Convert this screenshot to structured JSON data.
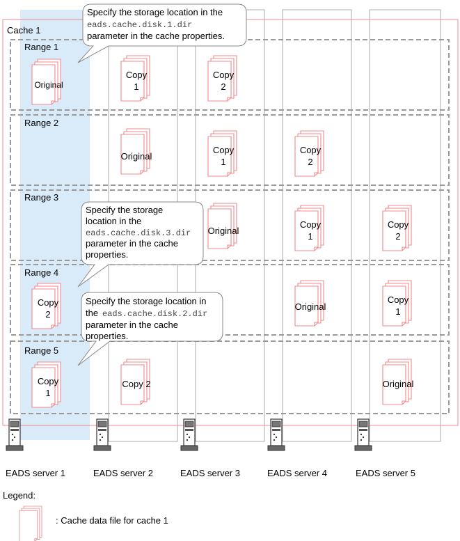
{
  "cache_label": "Cache 1",
  "ranges": [
    "Range 1",
    "Range 2",
    "Range 3",
    "Range 4",
    "Range 5"
  ],
  "servers": [
    "EADS server 1",
    "EADS server 2",
    "EADS server 3",
    "EADS server 4",
    "EADS server 5"
  ],
  "labels": {
    "original": "Original",
    "copy": "Copy",
    "copy1": "1",
    "copy2": "2",
    "copy2_inline": "Copy 2"
  },
  "callouts": {
    "c1": {
      "line1": "Specify the storage location in the",
      "code": "eads.cache.disk.1.dir",
      "line3": "parameter in the cache properties."
    },
    "c3": {
      "line1": "Specify the storage",
      "line2": "location in the",
      "code": "eads.cache.disk.3.dir",
      "line4": "parameter in the cache",
      "line5": "properties."
    },
    "c2": {
      "line1": "Specify the storage location in",
      "line2_prefix": "the",
      "code": "eads.cache.disk.2.dir",
      "line3": "parameter in the cache",
      "line4": "properties."
    }
  },
  "legend": {
    "title": "Legend:",
    "text": ": Cache data file for cache 1"
  },
  "colors": {
    "highlight": "#d9eaf9",
    "cache_border": "#f0888c",
    "range_border": "#999999",
    "file_border": "#f0888c",
    "callout_border": "#888888"
  }
}
